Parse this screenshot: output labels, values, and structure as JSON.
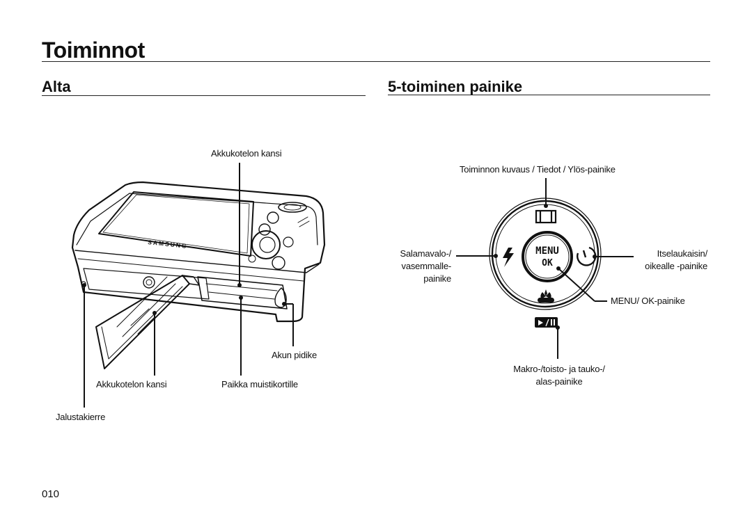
{
  "page": {
    "title": "Toiminnot",
    "number": "010"
  },
  "left": {
    "heading": "Alta",
    "labels": {
      "battery_cover_top": "Akkukotelon kansi",
      "battery_holder": "Akun pidike",
      "battery_cover_bottom": "Akkukotelon kansi",
      "memory_card_slot": "Paikka muistikortille",
      "tripod_socket": "Jalustakierre"
    },
    "camera_brand": "SAMSUNG"
  },
  "right": {
    "heading": "5-toiminen painike",
    "labels": {
      "up": "Toiminnon kuvaus / Tiedot / Ylös-painike",
      "left_1": "Salamavalo-/",
      "left_2": "vasemmalle-",
      "left_3": "painike",
      "right_1": "Itselaukaisin/",
      "right_2": "oikealle -painike",
      "center": "MENU/ OK-painike",
      "down_1": "Makro-/toisto- ja tauko-/",
      "down_2": "alas-painike"
    },
    "dial": {
      "menu": "MENU",
      "ok": "OK"
    }
  }
}
